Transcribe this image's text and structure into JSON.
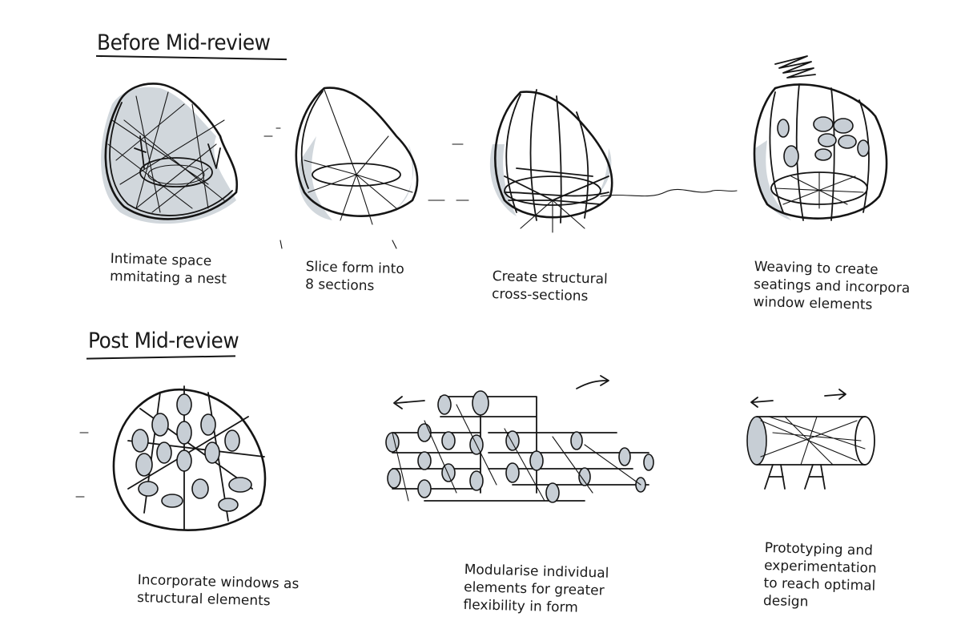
{
  "headings": {
    "before": "Before Mid-review",
    "post": "Post Mid-review"
  },
  "captions": {
    "nest": "Intimate space\nmmitating a nest",
    "slice": "Slice form into\n8 sections",
    "structure": "Create structural\ncross-sections",
    "weave": "Weaving to create\nseatings and incorpora\nwindow elements",
    "windows": "Incorporate windows as\nstructural elements",
    "modular": "Modularise individual\nelements for greater\nflexibility in form",
    "prototype": "Prototyping and\nexperimentation\nto reach optimal\ndesign"
  },
  "colors": {
    "ink": "#151515",
    "marker_grey": "#c9d0d6"
  }
}
